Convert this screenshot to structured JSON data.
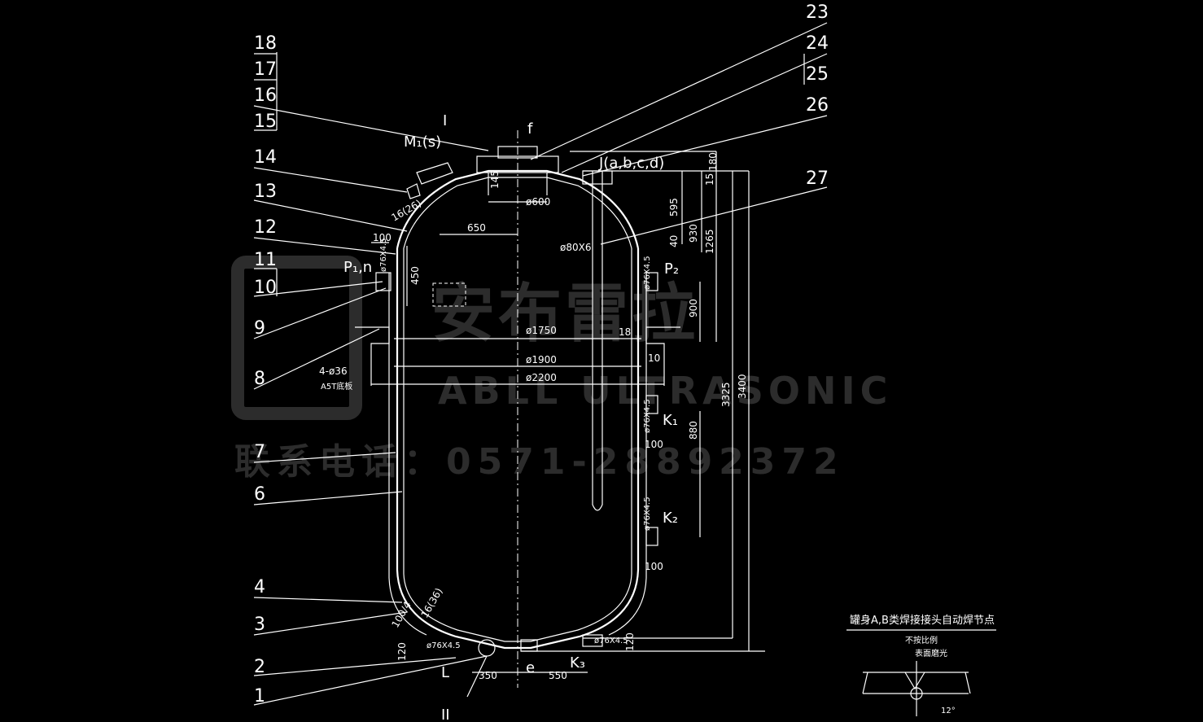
{
  "watermark": {
    "brand_cn": "安布雷拉",
    "brand_en": "ABLL ULTRASONIC",
    "phone": "联系电话：0571-28892372"
  },
  "part_numbers": [
    "18",
    "17",
    "16",
    "15",
    "14",
    "13",
    "12",
    "11",
    "10",
    "9",
    "8",
    "7",
    "6",
    "4",
    "3",
    "2",
    "1",
    "23",
    "24",
    "25",
    "26",
    "27"
  ],
  "nozzle_labels": {
    "manhole": "I",
    "f": "f",
    "ms": "M₁(s)",
    "pn": "P₁,n",
    "p2": "P₂",
    "k1": "K₁",
    "k2": "K₂",
    "k3": "K₃",
    "l": "L",
    "e": "e",
    "abcd": "J(a,b,c,d)",
    "detail": "II"
  },
  "dimensions": {
    "d600": "ø600",
    "d145": "145",
    "d650": "650",
    "d100": "100",
    "d450": "450",
    "d1750": "ø1750",
    "d1900": "ø1900",
    "d2200": "ø2200",
    "d18": "18",
    "d10": "10",
    "d80x6": "ø80X6",
    "d595": "595",
    "d930": "930",
    "d1265": "1265",
    "d180": "180",
    "d15": "15",
    "d40": "40",
    "d900": "900",
    "d880": "880",
    "d100b": "100",
    "d100c": "100",
    "d3325": "3325",
    "d3400": "3400",
    "d350": "350",
    "d550": "550",
    "d120": "120",
    "d120b": "120",
    "d76a": "ø76X4.5",
    "d76b": "ø76X4.5",
    "d76c": "ø76X4.5",
    "d76d": "ø76X4.5",
    "d76e": "ø76X4.5",
    "d76f": "ø76X4.5",
    "r16_26": "16(26)",
    "r16_36": "16(36)",
    "r100_4": "100/4",
    "legs": "4-ø36",
    "legs_note": "A5T底板"
  },
  "weld_note": {
    "title": "罐身A,B类焊接接头自动焊节点",
    "scale": "不按比例",
    "surface": "表面磨光",
    "angle": "12°"
  }
}
